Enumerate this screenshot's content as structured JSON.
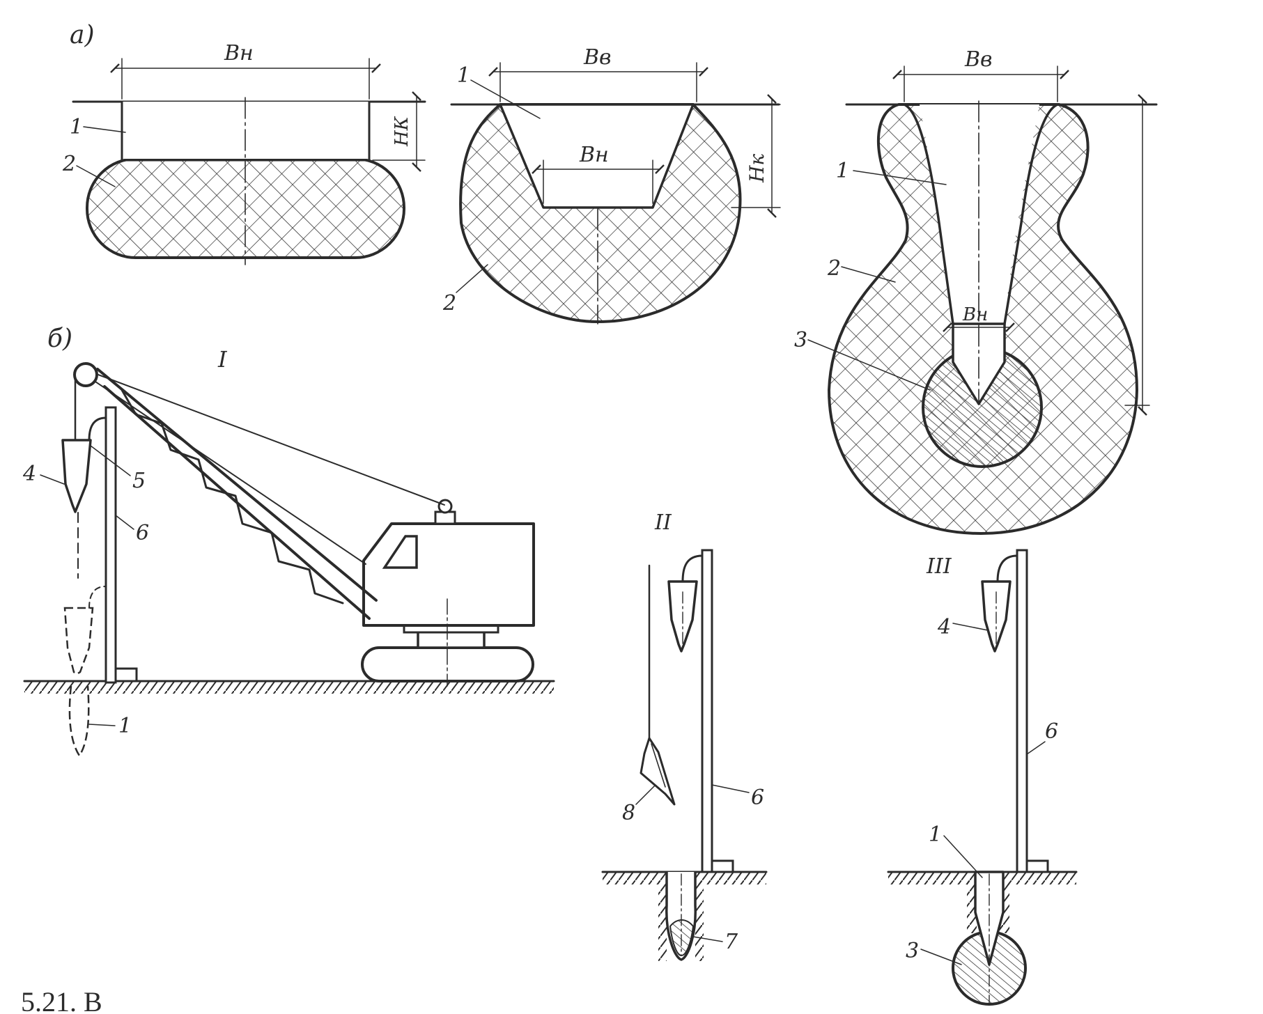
{
  "panel_a": {
    "marker": "а)",
    "shape1": {
      "width_label": "Bн",
      "depth_label": "НК",
      "item_1": "1",
      "item_2": "2"
    },
    "shape2": {
      "top_width_label": "Bв",
      "bottom_width_label": "Bн",
      "depth_label": "Нк",
      "item_1": "1",
      "item_2": "2"
    },
    "shape3": {
      "top_width_label": "Bв",
      "bottom_width_label": "Bн",
      "item_1": "1",
      "item_2": "2",
      "item_3": "3"
    }
  },
  "panel_b": {
    "marker": "б)",
    "stage_1": {
      "label": "I",
      "item_4": "4",
      "item_5": "5",
      "item_6": "6",
      "item_1": "1"
    },
    "stage_2": {
      "label": "II",
      "item_8": "8",
      "item_6": "6",
      "item_7": "7"
    },
    "stage_3": {
      "label": "III",
      "item_4": "4",
      "item_6": "6",
      "item_1": "1",
      "item_3": "3"
    }
  },
  "caption": {
    "text": "5.21. В"
  },
  "colors": {
    "ink": "#2b2b2b",
    "paper": "#ffffff"
  }
}
